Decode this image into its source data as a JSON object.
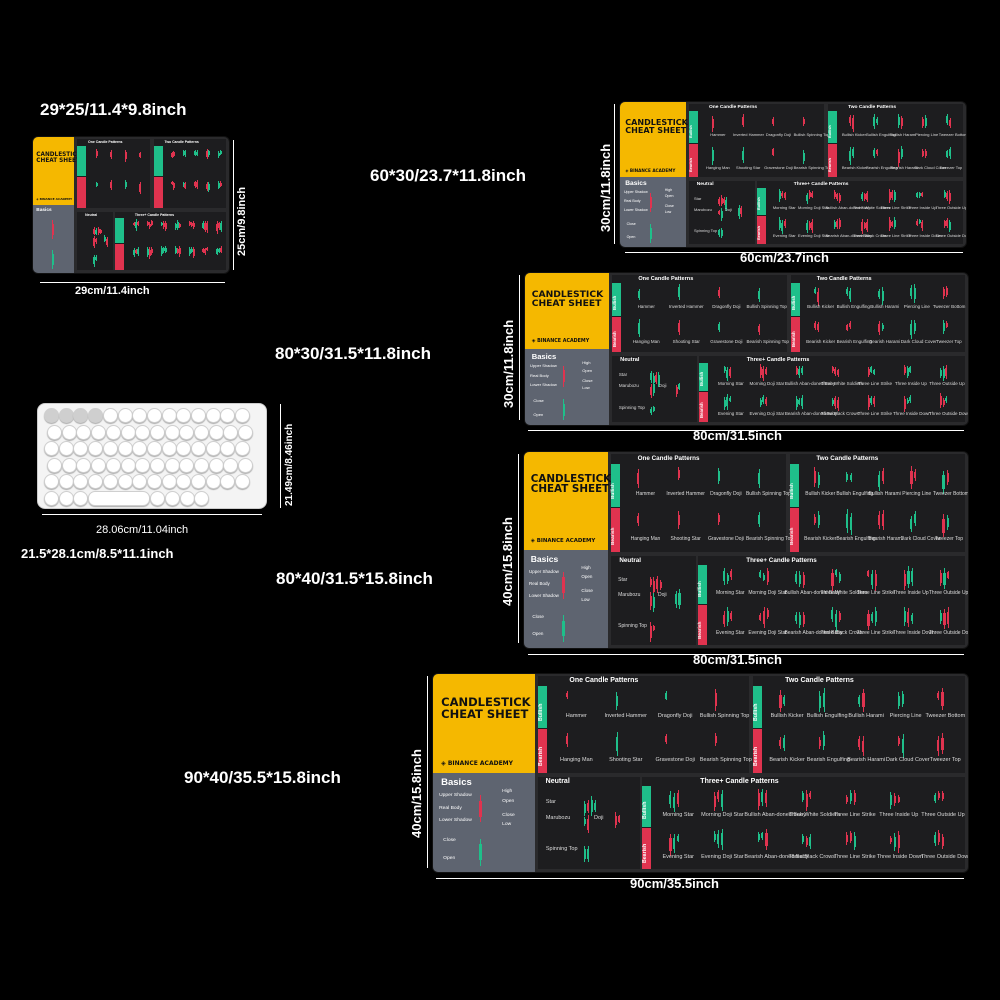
{
  "size_labels": {
    "small_title": "29*25/11.4*9.8inch",
    "m60_title": "60*30/23.7*11.8inch",
    "m80a_title": "80*30/31.5*11.8inch",
    "m80b_title": "80*40/31.5*15.8inch",
    "m90_title": "90*40/35.5*15.8inch",
    "paper_title": "21.5*28.1cm/8.5*11.1inch"
  },
  "dimensions": {
    "small_w": "29cm/11.4inch",
    "small_h": "25cm/9.8inch",
    "m60_w": "60cm/23.7inch",
    "m60_h": "30cm/11.8inch",
    "m80a_w": "80cm/31.5inch",
    "m80a_h": "30cm/11.8inch",
    "m80b_w": "80cm/31.5inch",
    "m80b_h": "40cm/15.8inch",
    "m90_w": "90cm/35.5inch",
    "m90_h": "40cm/15.8inch",
    "kb_w": "28.06cm/11.04inch",
    "kb_h": "21.49cm/8.46inch"
  },
  "mat": {
    "title_line1": "CANDLESTICK",
    "title_line2": "CHEAT SHEET",
    "brand": "◈ BINANCE ACADEMY",
    "basics": "Basics",
    "one": "One Candle Patterns",
    "two": "Two Candle Patterns",
    "neutral": "Neutral",
    "three": "Three+ Candle Patterns",
    "bullish": "Bullish",
    "bearish": "Bearish",
    "basics_labels": {
      "upper": "Upper Shadow",
      "body": "Real Body",
      "lower": "Lower Shadow",
      "high": "High",
      "open": "Open",
      "close": "Close",
      "low": "Low",
      "close2": "Close",
      "open2": "Open"
    },
    "one_bull": [
      "Hammer",
      "Inverted Hammer",
      "Dragonfly Doji",
      "Bullish Spinning Top"
    ],
    "one_bear": [
      "Hanging Man",
      "Shooting Star",
      "Gravestone Doji",
      "Bearish Spinning Top"
    ],
    "two_bull": [
      "Bullish Kicker",
      "Bullish Engulfing",
      "Bullish Harami",
      "Piercing Line",
      "Tweezer Bottom"
    ],
    "two_bear": [
      "Bearish Kicker",
      "Bearish Engulfing",
      "Bearish Harami",
      "Dark Cloud Cover",
      "Tweezer Top"
    ],
    "neutral_items": [
      "Star",
      "Marubozu",
      "Doji",
      "Spinning Top"
    ],
    "three_bull": [
      "Morning Star",
      "Morning Doji Star",
      "Bullish Aban-doned Baby",
      "Three White Soldiers",
      "Three Line Strike",
      "Three Inside Up",
      "Three Outside Up"
    ],
    "three_bear": [
      "Evening Star",
      "Evening Doji Star",
      "Bearish Aban-doned Baby",
      "Three Black Crows",
      "Three Line Strike",
      "Three Inside Down",
      "Three Outside Down"
    ]
  },
  "colors": {
    "bull": "#1fbf8a",
    "bear": "#e0334f",
    "accent": "#f5b800",
    "panel": "#1d1d1f",
    "mat": "#2a2a2c",
    "basics": "#5e6470"
  }
}
